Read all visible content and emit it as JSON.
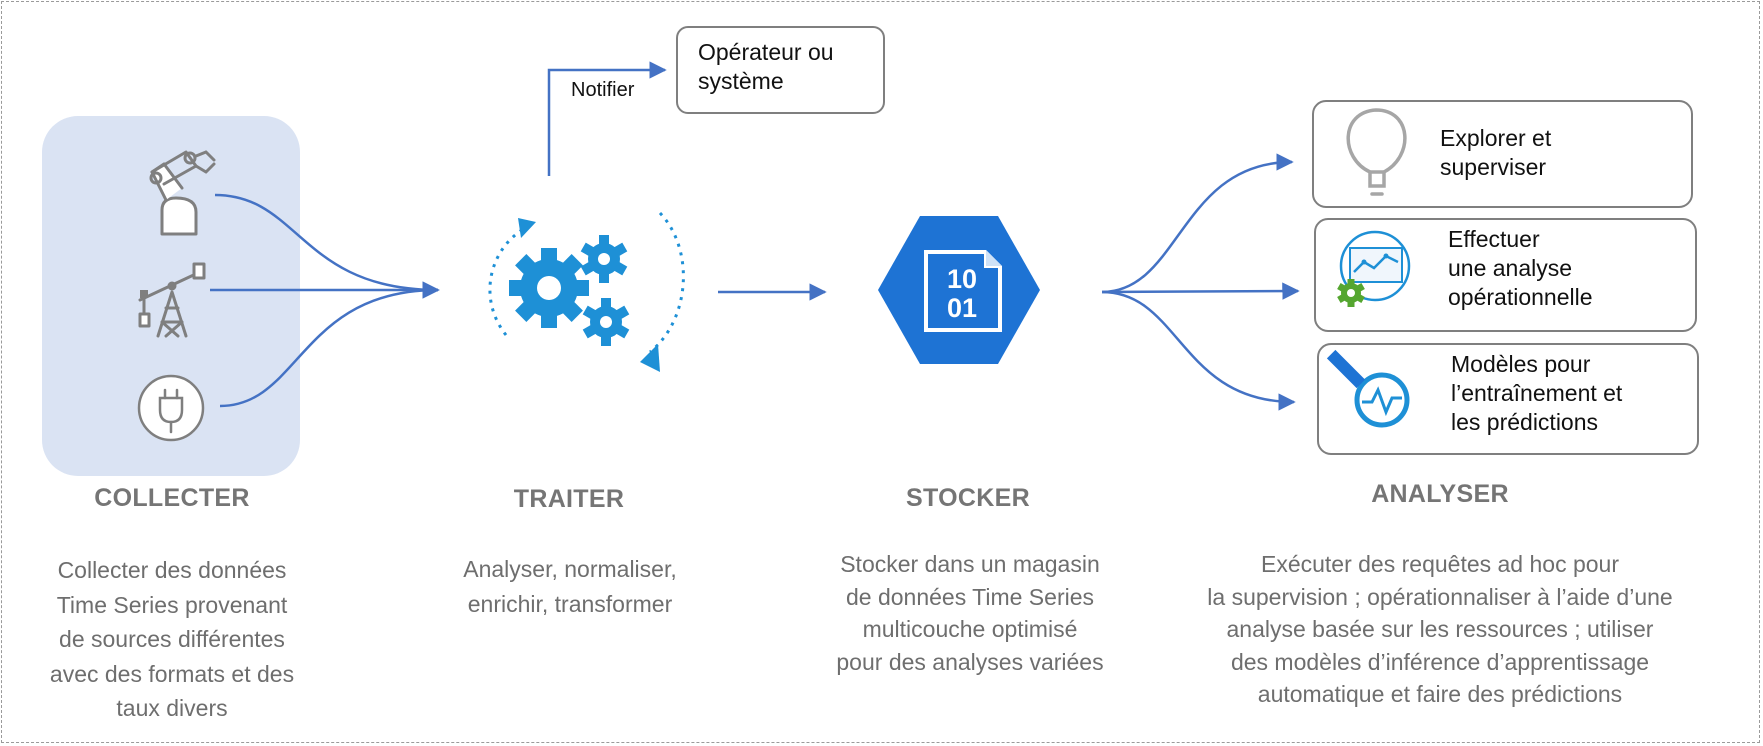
{
  "stages": {
    "collect": {
      "title": "COLLECTER",
      "desc": [
        "Collecter des données",
        "Time Series provenant",
        "de sources différentes",
        "avec des formats et des",
        "taux divers"
      ]
    },
    "process": {
      "title": "TRAITER",
      "desc": [
        "Analyser, normaliser,",
        "enrichir, transformer"
      ]
    },
    "store": {
      "title": "STOCKER",
      "desc": [
        "Stocker dans un magasin",
        "de données Time Series",
        "multicouche optimisé",
        "pour des analyses variées"
      ],
      "icon_text": [
        "10",
        "01"
      ]
    },
    "analyze": {
      "title": "ANALYSER",
      "desc": [
        "Exécuter des requêtes ad hoc pour",
        "la supervision ; opérationnaliser à l’aide d’une",
        "analyse basée sur les ressources ; utiliser",
        "des modèles d’inférence d’apprentissage",
        "automatique et faire des prédictions"
      ]
    }
  },
  "notify": {
    "label": "Notifier",
    "target": [
      "Opérateur ou",
      "système"
    ]
  },
  "analysis_boxes": [
    {
      "lines": [
        "Explorer et",
        "superviser"
      ],
      "icon": "lightbulb-icon"
    },
    {
      "lines": [
        "Effectuer",
        "une analyse",
        "opérationnelle"
      ],
      "icon": "dashboard-gear-icon"
    },
    {
      "lines": [
        "Modèles pour",
        "l’entraînement et",
        "les prédictions"
      ],
      "icon": "ml-heartbeat-icon"
    }
  ],
  "sources": [
    {
      "icon": "robot-arm-icon"
    },
    {
      "icon": "oil-pump-icon"
    },
    {
      "icon": "power-plug-icon"
    }
  ],
  "colors": {
    "arrow": "#4472c4",
    "accent_blue": "#1e90d6",
    "panel": "#dae3f3",
    "icon_gray": "#7f7f7f",
    "title_gray": "#757575",
    "gear_green": "#55a630"
  }
}
